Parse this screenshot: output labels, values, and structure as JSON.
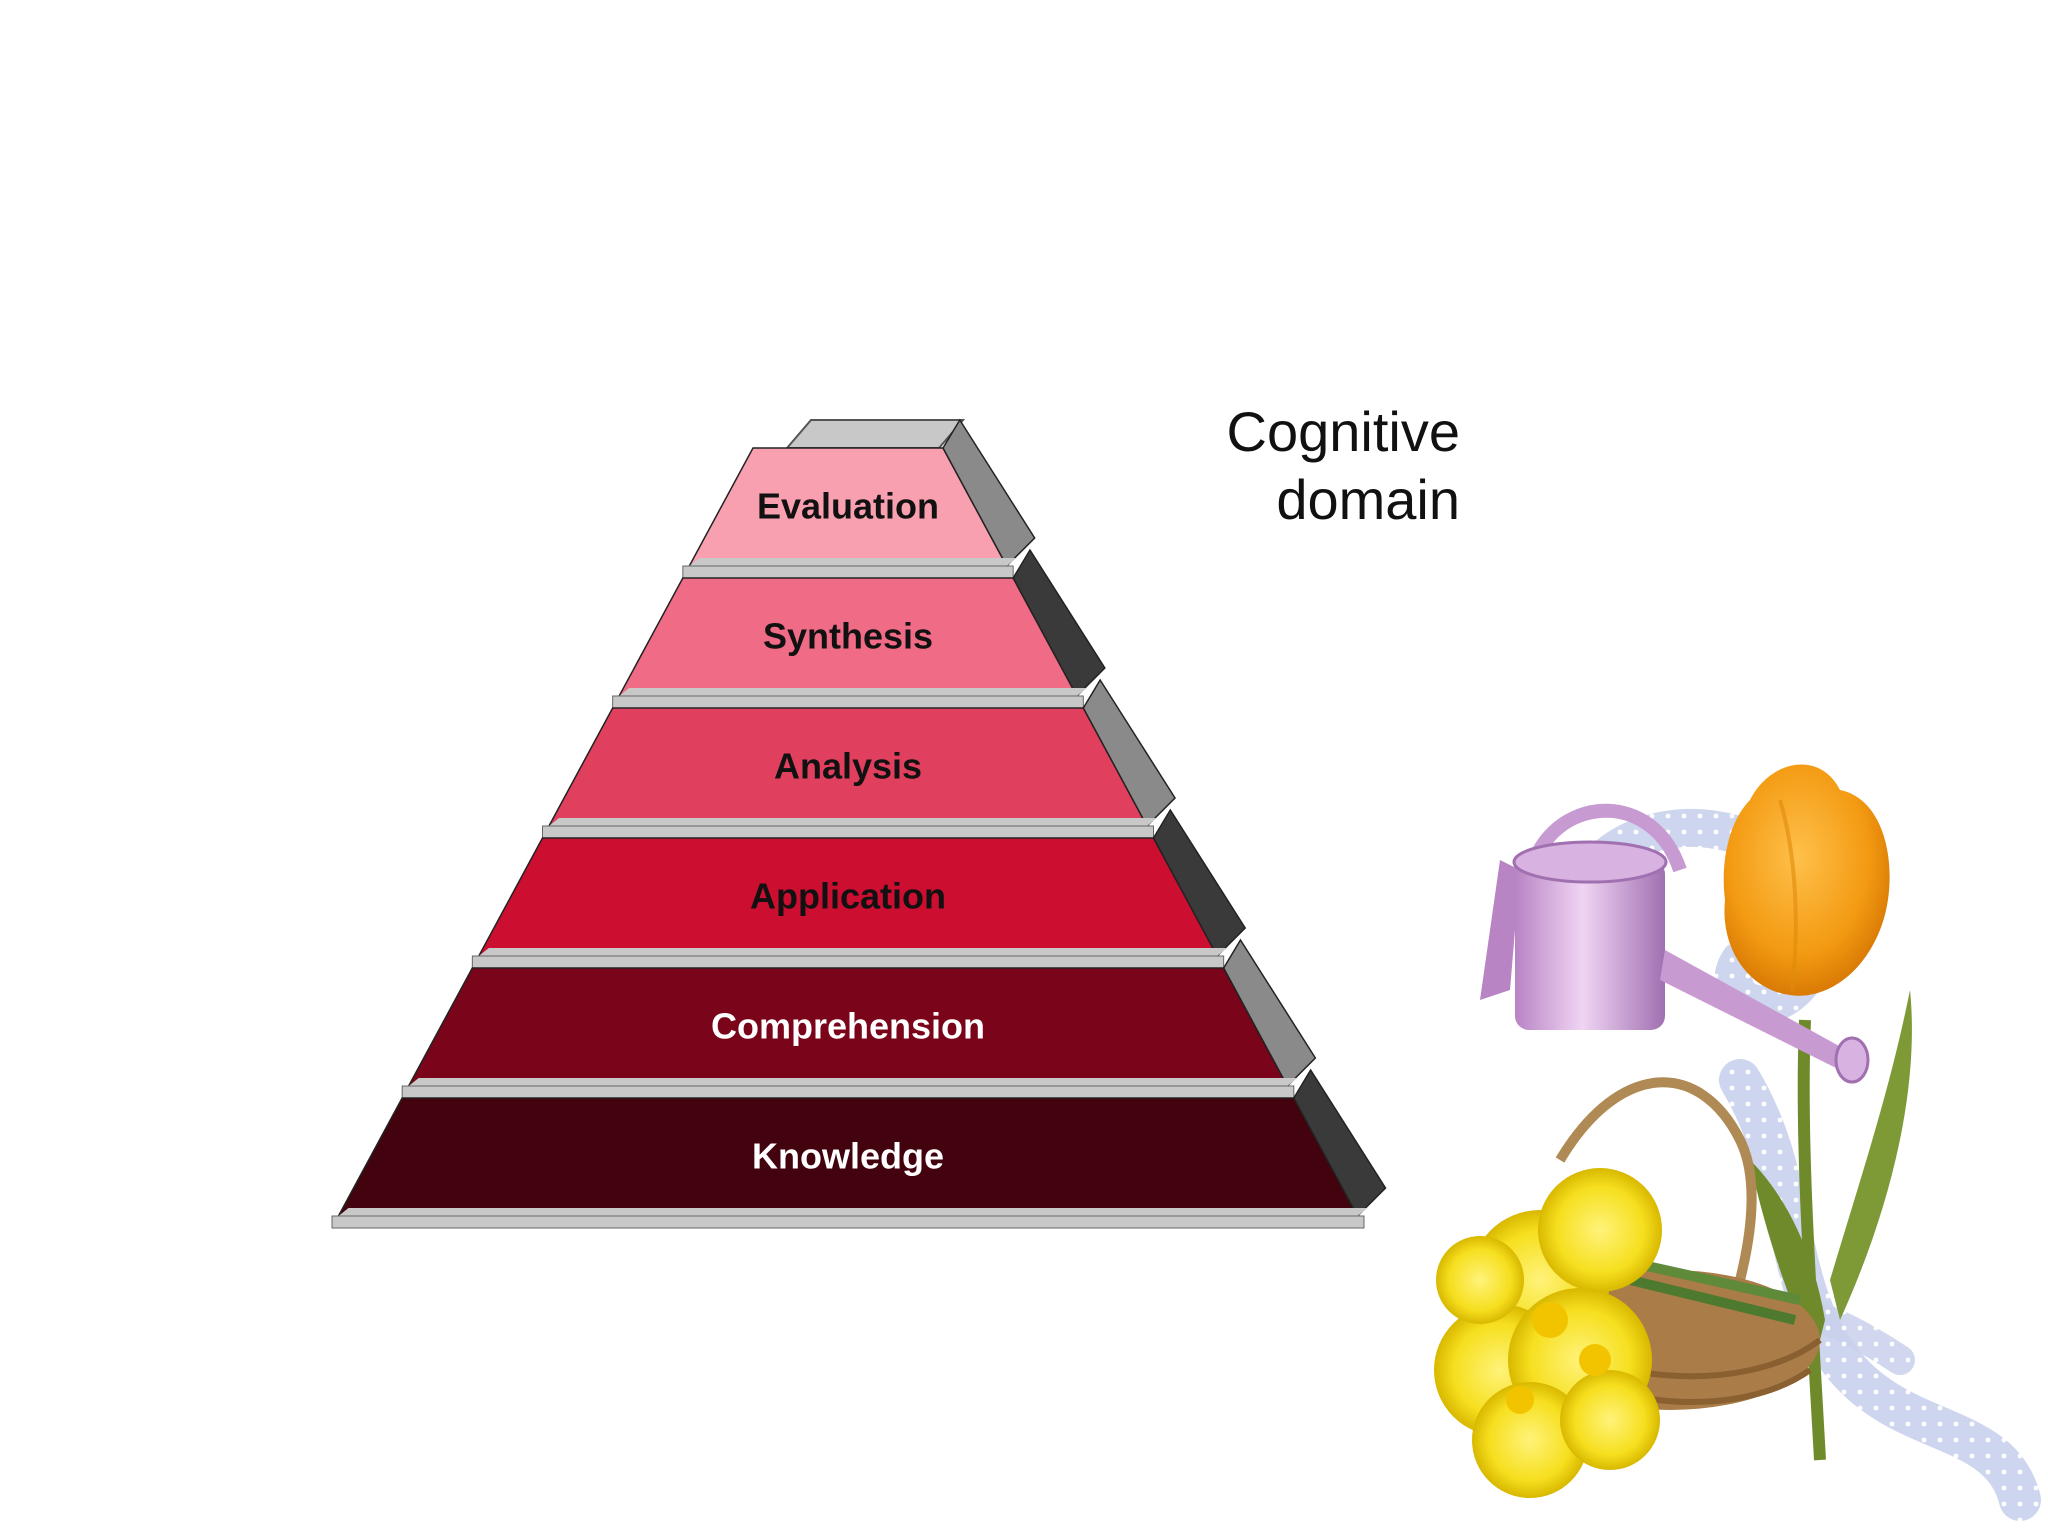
{
  "title": {
    "line1": "Cognitive",
    "line2": "domain"
  },
  "tiers": [
    {
      "label": "Evaluation",
      "face_color": "#f9a0b0",
      "text_color": "#111111"
    },
    {
      "label": "Synthesis",
      "face_color": "#f06b85",
      "text_color": "#111111"
    },
    {
      "label": "Analysis",
      "face_color": "#e0405e",
      "text_color": "#111111"
    },
    {
      "label": "Application",
      "face_color": "#cc0e30",
      "text_color": "#111111"
    },
    {
      "label": "Comprehension",
      "face_color": "#7a0419",
      "text_color": "#ffffff"
    },
    {
      "label": "Knowledge",
      "face_color": "#42020e",
      "text_color": "#ffffff"
    }
  ],
  "colors": {
    "shelf": "#c8c8c8",
    "side_light": "#8a8a8a",
    "side_dark": "#3a3a3a",
    "background": "#ffffff"
  },
  "decoration": {
    "icons": [
      "watering-can-icon",
      "tulip-icon",
      "daffodil-bouquet-icon",
      "ribbon-icon",
      "basket-icon"
    ]
  }
}
